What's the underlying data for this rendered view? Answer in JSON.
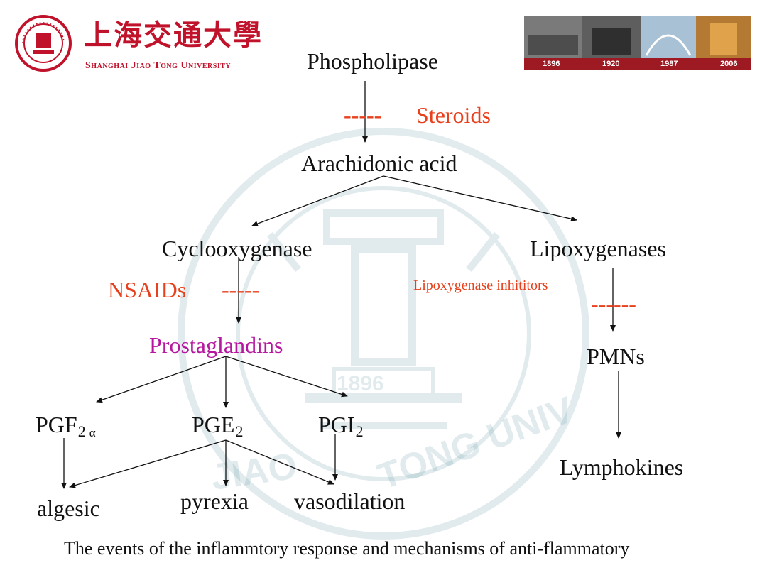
{
  "header": {
    "university_cn": "上海交通大學",
    "university_en": "Shanghai Jiao Tong University",
    "years": [
      "1896",
      "1920",
      "1987",
      "2006"
    ],
    "brand_color": "#c0122b"
  },
  "watermark": {
    "year": "1896",
    "text": "SHANGHAI JIAO TONG UNIVERSITY"
  },
  "nodes": {
    "phospholipase": "Phospholipase",
    "steroids_dash": "-----",
    "steroids": "Steroids",
    "arachidonic": "Arachidonic acid",
    "cyclooxygenase": "Cyclooxygenase",
    "lipoxygenases": "Lipoxygenases",
    "nsaids": "NSAIDs",
    "nsaids_dash": "-----",
    "lipox_inhibitors": "Lipoxygenase inhititors",
    "lipox_dash": "------",
    "prostaglandins": "Prostaglandins",
    "pmns": "PMNs",
    "pgf": "PGF",
    "pgf_sub": "2",
    "pgf_alpha": "α",
    "pge": "PGE",
    "pge_sub": "2",
    "pgi": "PGI",
    "pgi_sub": "2",
    "lymphokines": "Lymphokines",
    "algesic": "algesic",
    "pyrexia": "pyrexia",
    "vasodilation": "vasodilation"
  },
  "caption": "The events of the inflammtory response and mechanisms of anti-flammatory",
  "colors": {
    "inhibitor": "#e8401c",
    "prostaglandins": "#b5179e",
    "text": "#111111"
  }
}
